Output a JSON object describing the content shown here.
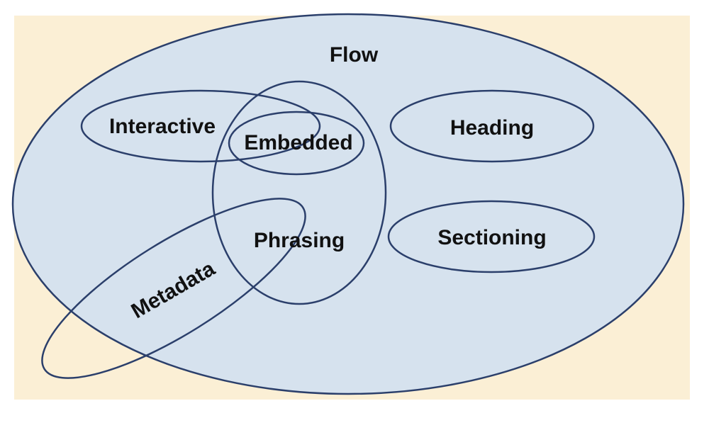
{
  "diagram": {
    "type": "venn",
    "colors": {
      "background": "#fbefd5",
      "flow_fill": "#d6e2ee",
      "outline": "#2b3f6b",
      "text": "#111111"
    },
    "sets": {
      "flow": "Flow",
      "interactive": "Interactive",
      "embedded": "Embedded",
      "heading": "Heading",
      "phrasing": "Phrasing",
      "sectioning": "Sectioning",
      "metadata": "Metadata"
    }
  }
}
